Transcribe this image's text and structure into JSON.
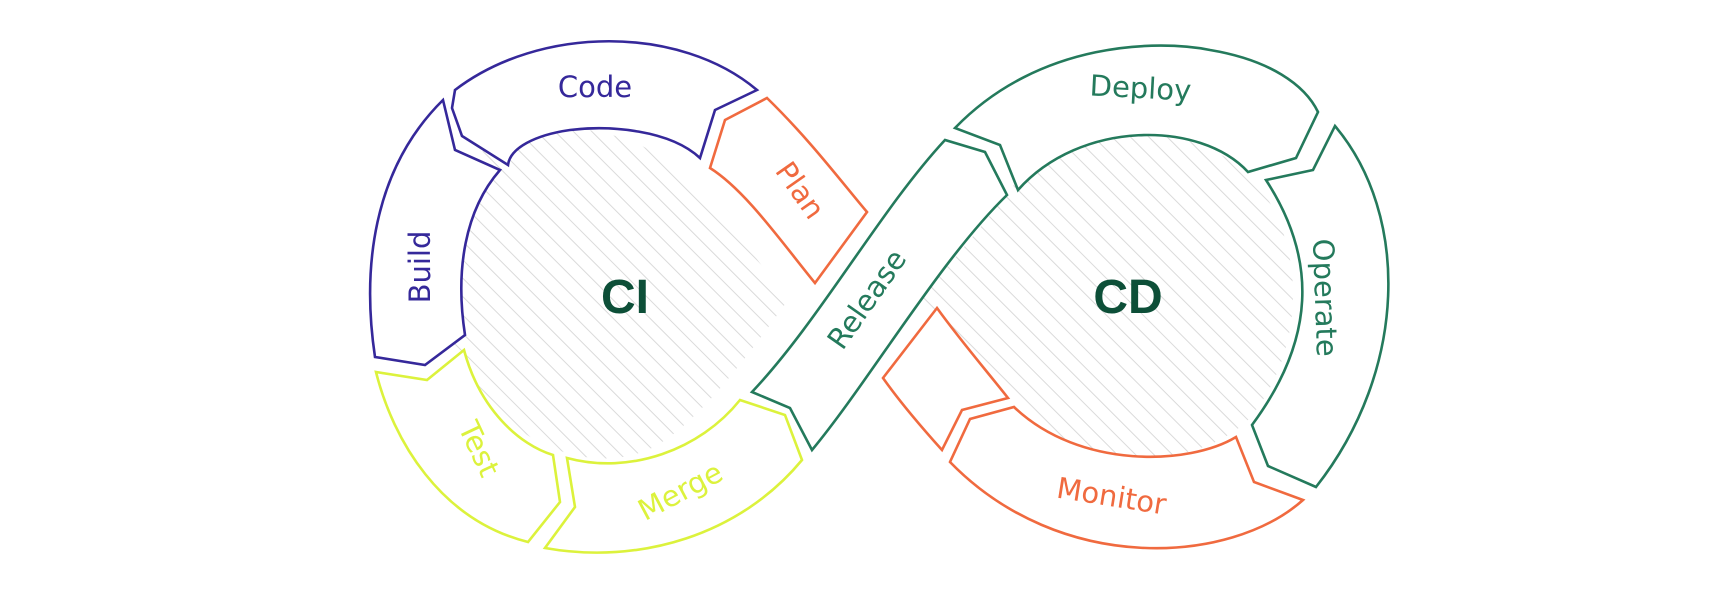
{
  "hubs": {
    "ci": {
      "label": "CI"
    },
    "cd": {
      "label": "CD"
    }
  },
  "segments": {
    "code": {
      "label": "Code"
    },
    "plan": {
      "label": "Plan"
    },
    "build": {
      "label": "Build"
    },
    "test": {
      "label": "Test"
    },
    "merge": {
      "label": "Merge"
    },
    "release": {
      "label": "Release"
    },
    "deploy": {
      "label": "Deploy"
    },
    "operate": {
      "label": "Operate"
    },
    "monitor": {
      "label": "Monitor"
    }
  },
  "colors": {
    "ci_stage": "#35289a",
    "plan_monitor": "#f06a3f",
    "test_merge": "#dcf23c",
    "cd_stage": "#247a5c",
    "hub_text": "#0d4f38",
    "hatch": "#d9d9d9"
  }
}
